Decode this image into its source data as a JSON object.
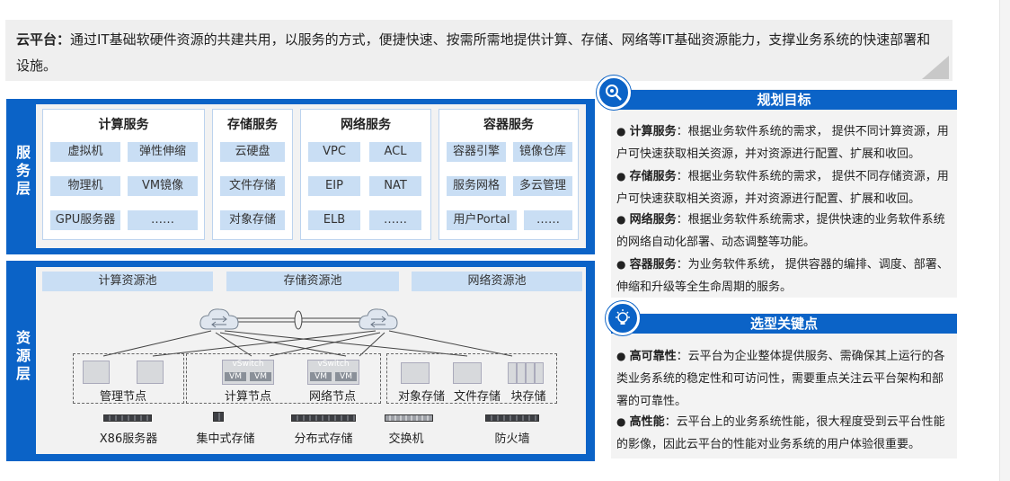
{
  "intro": {
    "label": "云平台：",
    "text": "通过IT基础软硬件资源的共建共用，以服务的方式，便捷快速、按需所需地提供计算、存储、网络等IT基础资源能力，支撑业务系统的快速部署和设施。"
  },
  "service_layer": {
    "title": "服务层",
    "groups": [
      {
        "title": "计算服务",
        "items": [
          "虚拟机",
          "弹性伸缩",
          "物理机",
          "VM镜像",
          "GPU服务器",
          "……"
        ]
      },
      {
        "title": "存储服务",
        "items": [
          "云硬盘",
          "文件存储",
          "对象存储"
        ]
      },
      {
        "title": "网络服务",
        "items": [
          "VPC",
          "ACL",
          "EIP",
          "NAT",
          "ELB",
          "……"
        ]
      },
      {
        "title": "容器服务",
        "items": [
          "容器引擎",
          "镜像仓库",
          "服务网格",
          "多云管理",
          "用户Portal",
          "……"
        ]
      }
    ]
  },
  "resource_layer": {
    "title": "资源层",
    "pools": [
      "计算资源池",
      "存储资源池",
      "网络资源池"
    ],
    "nodes": [
      "管理节点",
      "计算节点",
      "网络节点",
      "对象存储",
      "文件存储",
      "块存储"
    ],
    "vswitch": "vSwitch",
    "vm": "VM",
    "hardware": [
      "X86服务器",
      "集中式存储",
      "分布式存储",
      "交换机",
      "防火墙"
    ]
  },
  "planning": {
    "header": "规划目标",
    "items": [
      {
        "term": "计算服务",
        "text": "：根据业务软件系统的需求， 提供不同计算资源，用户可快速获取相关资源，并对资源进行配置、扩展和收回。"
      },
      {
        "term": "存储服务",
        "text": "：根据业务软件系统的需求， 提供不同存储资源，用户可快速获取相关资源，并对资源进行配置、扩展和收回。"
      },
      {
        "term": "网络服务",
        "text": "：根据业务软件系统需求，提供快速的业务软件系统的网络自动化部署、动态调整等功能。"
      },
      {
        "term": "容器服务",
        "text": "：为业务软件系统， 提供容器的编排、调度、部署、伸缩和升级等全生命周期的服务。"
      }
    ]
  },
  "selection": {
    "header": "选型关键点",
    "items": [
      {
        "term": "高可靠性",
        "text": "：云平台为企业整体提供服务、需确保其上运行的各类业务系统的稳定性和可访问性，需要重点关注云平台架构和部署的可靠性。"
      },
      {
        "term": "高性能",
        "text": "：云平台上的业务系统性能，很大程度受到云平台性能的影像，因此云平台的性能对业务系统的用户体验很重要。"
      }
    ]
  },
  "colors": {
    "accent": "#0b63c7",
    "chip": "#c9def4",
    "panel_bg": "#f2f2f2"
  }
}
